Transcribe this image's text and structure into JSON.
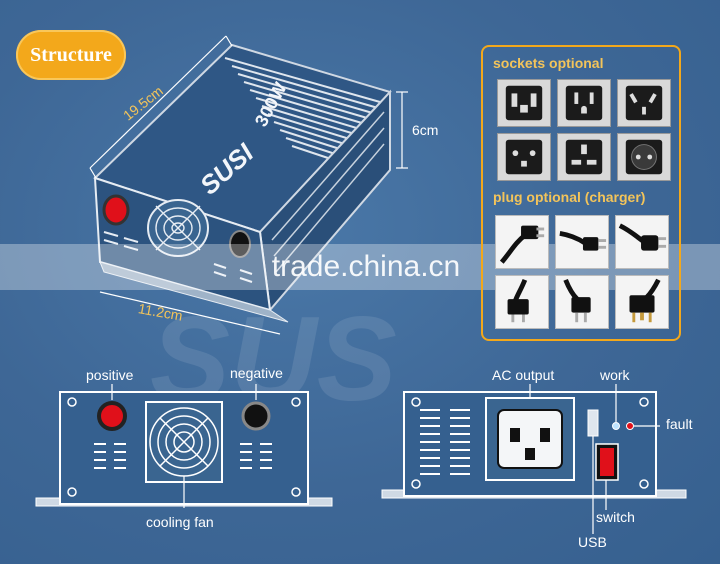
{
  "badge": "Structure",
  "dims": {
    "length": "19.5cm",
    "height": "6cm",
    "width": "11.2cm"
  },
  "device": {
    "brand": "SUSI",
    "power": "300W"
  },
  "panel": {
    "sockets_title": "sockets optional",
    "plugs_title": "plug optional (charger)"
  },
  "watermark": "trade.china.cn",
  "left_labels": {
    "positive": "positive",
    "negative": "negative",
    "fan": "cooling fan"
  },
  "right_labels": {
    "ac": "AC output",
    "work": "work",
    "fault": "fault",
    "switch": "switch",
    "usb": "USB"
  },
  "colors": {
    "accent": "#f3a81b",
    "background": "#3f6a9a",
    "red": "#e0101a"
  }
}
